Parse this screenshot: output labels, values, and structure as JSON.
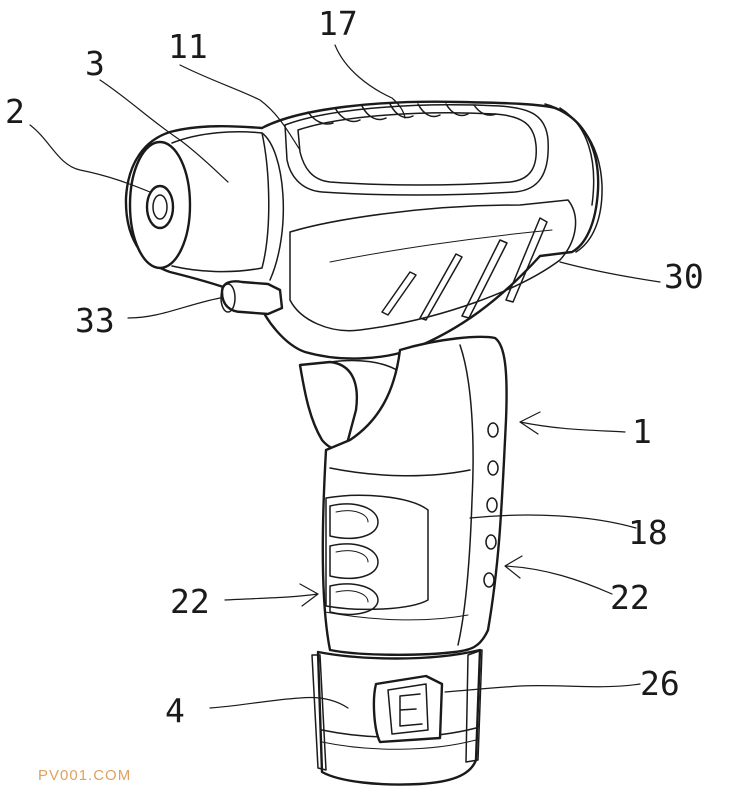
{
  "labels": {
    "l2": "2",
    "l3": "3",
    "l11": "11",
    "l17": "17",
    "l30": "30",
    "l33": "33",
    "l1": "1",
    "l18": "18",
    "l22a": "22",
    "l22b": "22",
    "l4": "4",
    "l26": "26"
  },
  "watermark": {
    "text": "PV001.COM",
    "color": "#e0a060"
  },
  "line_color": "#1a1a1a",
  "background": "#ffffff"
}
